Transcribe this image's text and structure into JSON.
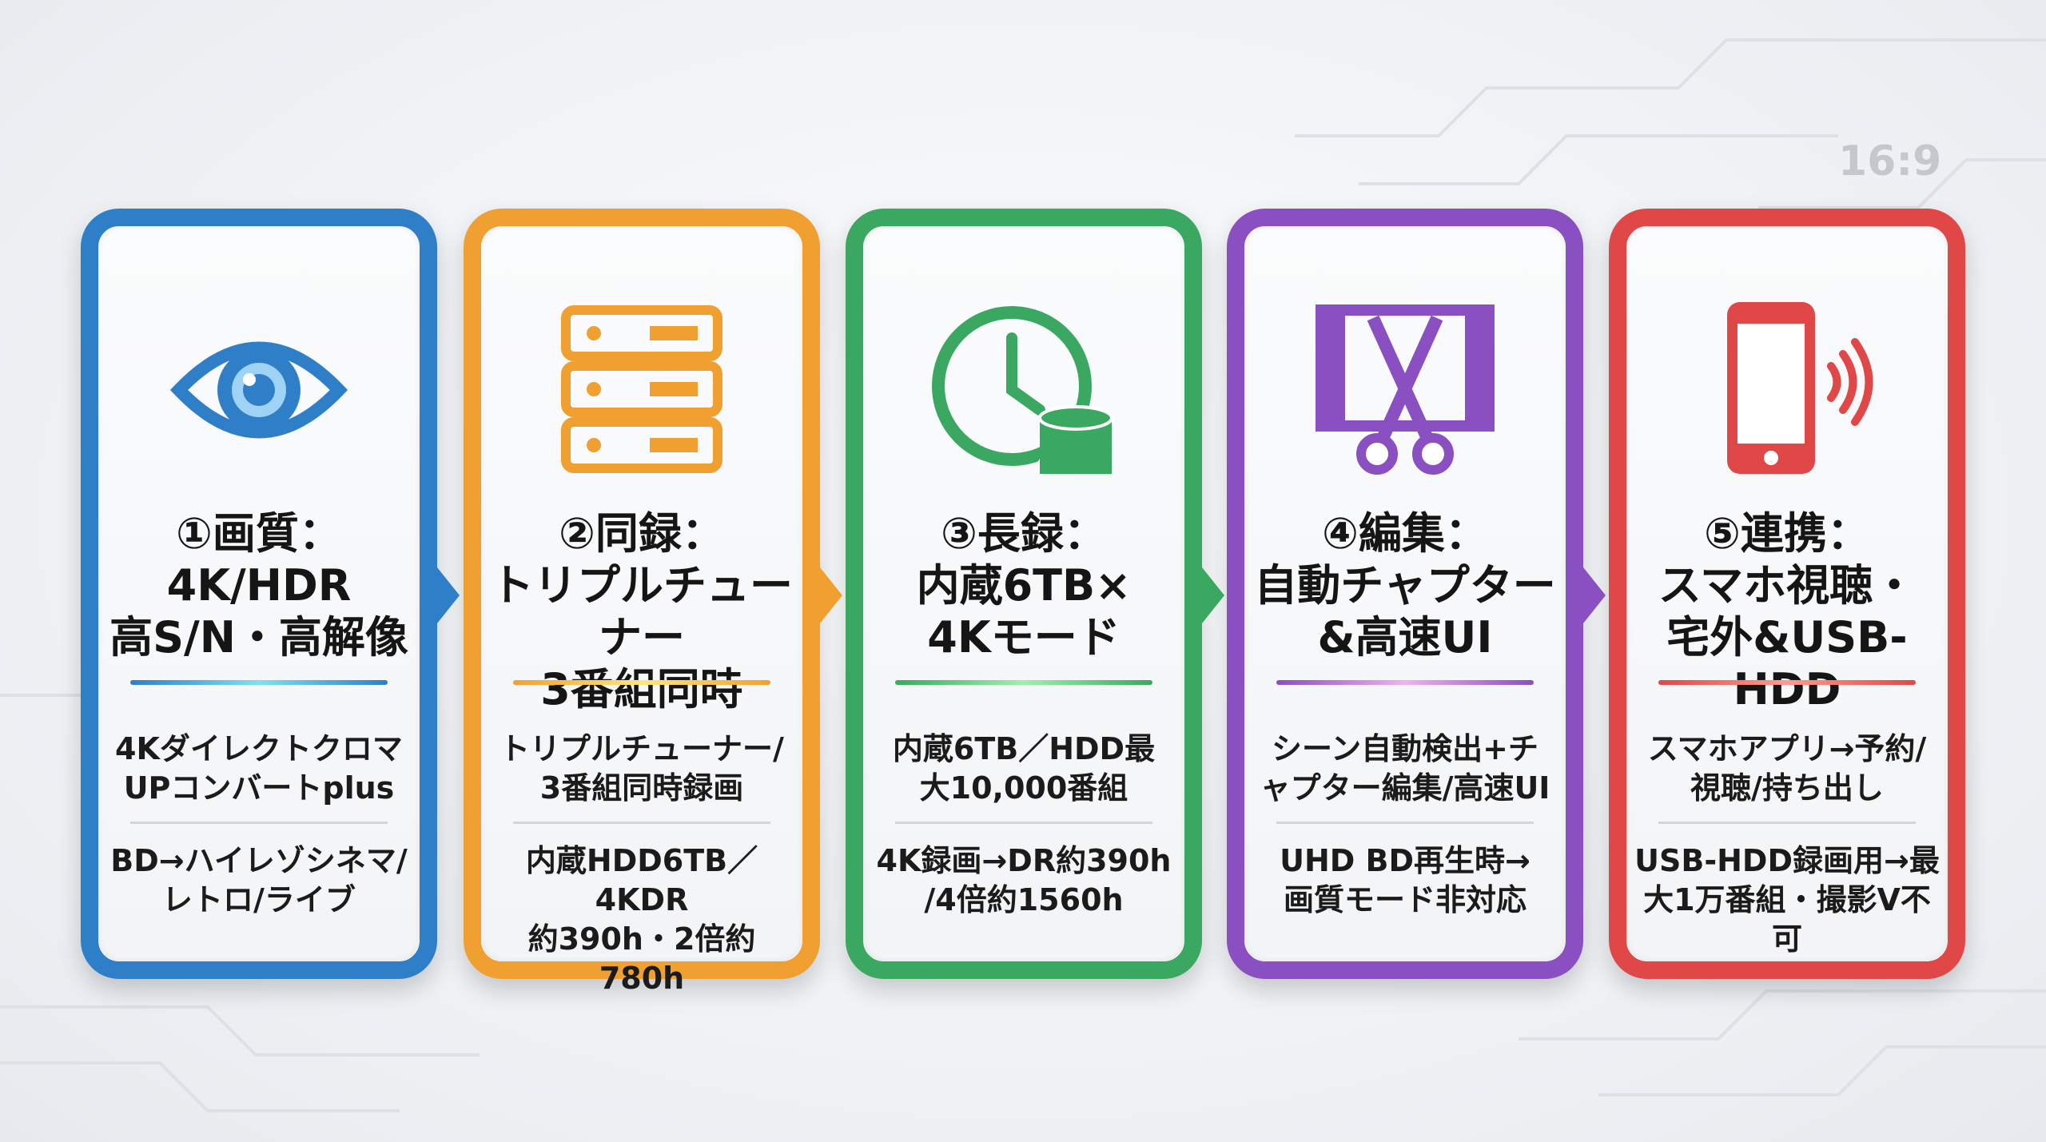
{
  "aspect_label": "16:9",
  "cards": [
    {
      "color": "#2f7fc8",
      "light": "#7fe0f0",
      "icon": "eye-icon",
      "title": [
        "①画質：",
        "4K/HDR",
        "高S/N・高解像"
      ],
      "body1": [
        "4Kダイレクトクロマ",
        "UPコンバートplus"
      ],
      "body2": [
        "BD→ハイレゾシネマ/",
        "レトロ/ライブ"
      ]
    },
    {
      "color": "#f0a030",
      "light": "#ffe680",
      "icon": "server-icon",
      "title": [
        "②同録：",
        "トリプルチューナー",
        "3番組同時"
      ],
      "body1": [
        "トリプルチューナー/",
        "3番組同時録画"
      ],
      "body2": [
        "内蔵HDD6TB／4KDR",
        "約390h・2倍約780h"
      ]
    },
    {
      "color": "#3aa860",
      "light": "#9ff0b0",
      "icon": "clock-database-icon",
      "title": [
        "③長録：",
        "内蔵6TB×",
        "4Kモード"
      ],
      "body1": [
        "内蔵6TB／HDD最",
        "大10,000番組"
      ],
      "body2": [
        "4K録画→DR約390h",
        "/4倍約1560h"
      ]
    },
    {
      "color": "#8a4fc0",
      "light": "#f0b0f0",
      "icon": "film-scissors-icon",
      "title": [
        "④編集：",
        "自動チャプター",
        "&高速UI"
      ],
      "body1": [
        "シーン自動検出+チ",
        "ャプター編集/高速UI"
      ],
      "body2": [
        "UHD BD再生時→",
        "画質モード非対応"
      ]
    },
    {
      "color": "#e04848",
      "light": "#ff9a90",
      "icon": "smartphone-signal-icon",
      "title": [
        "⑤連携：",
        "スマホ視聴・",
        "宅外&USB-HDD"
      ],
      "body1": [
        "スマホアプリ→予約/",
        "視聴/持ち出し"
      ],
      "body2": [
        "USB-HDD録画用→最",
        "大1万番組・撮影V不可"
      ]
    }
  ]
}
